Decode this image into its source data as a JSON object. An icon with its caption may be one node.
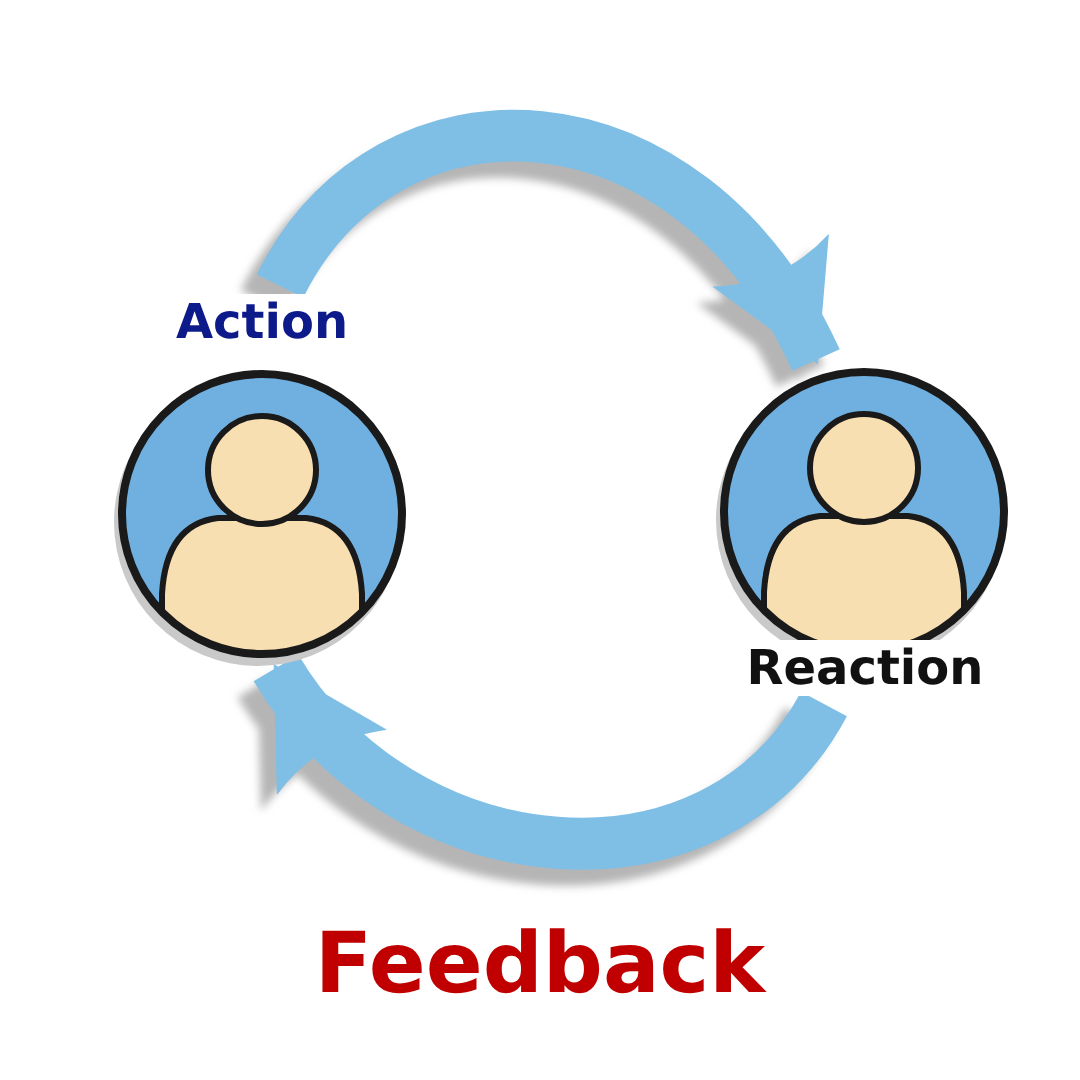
{
  "diagram": {
    "nodes": [
      {
        "text": [
          "Action"
        ]
      },
      {
        "text": [
          "Reaction"
        ]
      }
    ],
    "edges": [
      {
        "from": 0,
        "to": 1,
        "arrow": "to"
      },
      {
        "from": 1,
        "to": 0,
        "arrow": "to",
        "label": "Feedback"
      }
    ]
  }
}
